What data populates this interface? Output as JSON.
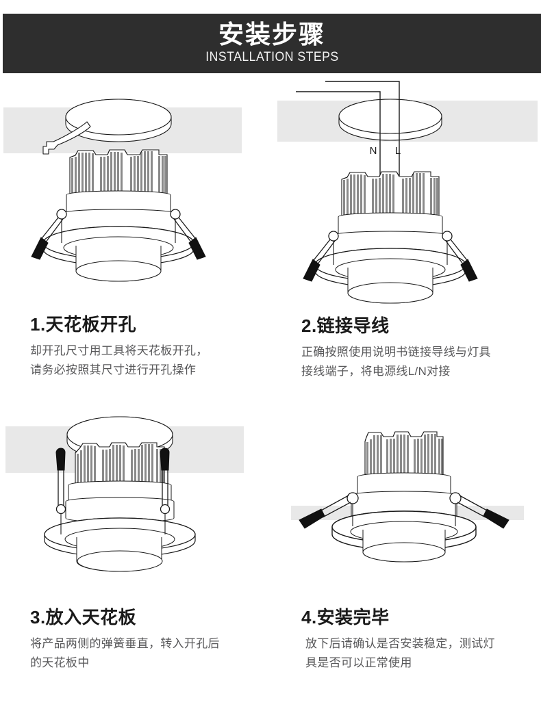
{
  "banner": {
    "title": "安装步骤",
    "subtitle": "INSTALLATION STEPS",
    "background_color": "#2e2e2e",
    "text_color": "#ffffff"
  },
  "colors": {
    "ceiling_band": "#e8e8e8",
    "line": "#1a1a1a",
    "fin_gray": "#808080",
    "title_text": "#1a1a1a",
    "body_text": "#58585a"
  },
  "steps": [
    {
      "number": "1",
      "title": "1.天花板开孔",
      "body_line1": "却开孔尺寸用工具将天花板开孔，",
      "body_line2": "请务必按照其尺寸进行开孔操作",
      "figure_name": "ceiling-hole-cut-diagram"
    },
    {
      "number": "2",
      "title": "2.链接导线",
      "body_line1": "正确按照使用说明书链接导线与灯具",
      "body_line2": "接线端子，将电源线L/N对接",
      "figure_name": "wire-connection-diagram",
      "wire_labels": [
        "N",
        "L"
      ]
    },
    {
      "number": "3",
      "title": "3.放入天花板",
      "body_line1": "将产品两侧的弹簧垂直，转入开孔后",
      "body_line2": "的天花板中",
      "figure_name": "insert-into-ceiling-diagram"
    },
    {
      "number": "4",
      "title": "4.安装完毕",
      "body_line1": "放下后请确认是否安装稳定，测试灯",
      "body_line2": "具是否可以正常使用",
      "figure_name": "installation-complete-diagram"
    }
  ]
}
